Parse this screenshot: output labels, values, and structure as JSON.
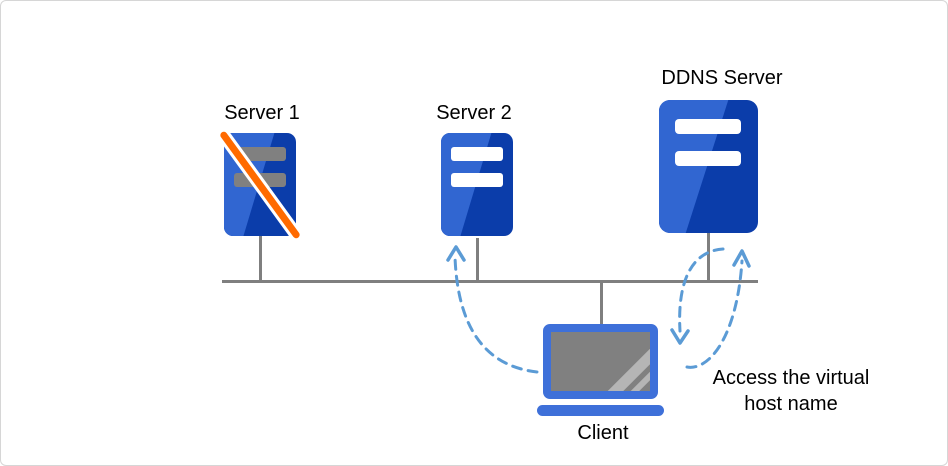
{
  "diagram": {
    "nodes": [
      {
        "id": "server1",
        "label": "Server 1",
        "status": "crossed-out"
      },
      {
        "id": "server2",
        "label": "Server 2",
        "status": "active"
      },
      {
        "id": "ddns",
        "label": "DDNS Server",
        "status": "active"
      },
      {
        "id": "client",
        "label": "Client",
        "type": "laptop"
      }
    ],
    "annotation": {
      "line1": "Access the virtual",
      "line2": "host name"
    },
    "arrows": [
      {
        "from": "client",
        "to": "server2",
        "style": "dashed-curve-up"
      },
      {
        "from": "ddns",
        "to": "client",
        "style": "dashed-arc-down"
      },
      {
        "from": "client",
        "to": "ddns",
        "style": "dashed-arc-up"
      }
    ],
    "colors": {
      "server_light": "#3166d1",
      "server_dark": "#0b3daa",
      "bar_white": "#ffffff",
      "bar_disabled": "#808080",
      "slash_orange": "#ff6a00",
      "arrow_blue": "#5b9bd5",
      "net_gray": "#7f7f7f",
      "laptop_blue": "#3e70d9",
      "screen_gray": "#808080"
    }
  }
}
